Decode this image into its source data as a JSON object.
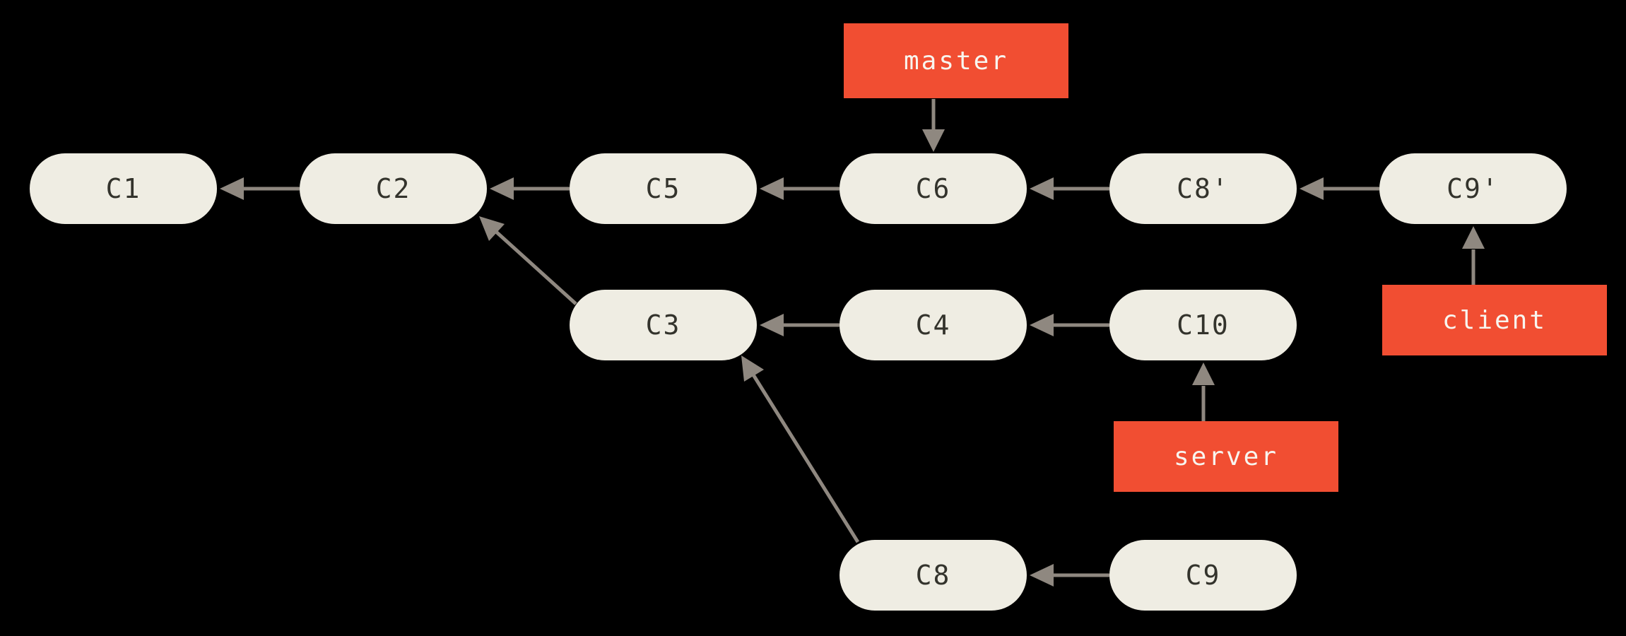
{
  "colors": {
    "background": "#000000",
    "node_fill": "#EFEDE3",
    "node_text": "#33332C",
    "branch_fill": "#F14E32",
    "branch_text": "#F8F5EF",
    "arrow": "#8F8880"
  },
  "nodes": {
    "c1": {
      "label": "C1"
    },
    "c2": {
      "label": "C2"
    },
    "c3": {
      "label": "C3"
    },
    "c4": {
      "label": "C4"
    },
    "c5": {
      "label": "C5"
    },
    "c6": {
      "label": "C6"
    },
    "c8": {
      "label": "C8"
    },
    "c9": {
      "label": "C9"
    },
    "c10": {
      "label": "C10"
    },
    "c8p": {
      "label": "C8'"
    },
    "c9p": {
      "label": "C9'"
    }
  },
  "branches": {
    "master": {
      "label": "master",
      "points_to": "C6"
    },
    "server": {
      "label": "server",
      "points_to": "C10"
    },
    "client": {
      "label": "client",
      "points_to": "C9'"
    }
  },
  "edges": [
    {
      "from": "C2",
      "to": "C1"
    },
    {
      "from": "C5",
      "to": "C2"
    },
    {
      "from": "C6",
      "to": "C5"
    },
    {
      "from": "C8'",
      "to": "C6"
    },
    {
      "from": "C9'",
      "to": "C8'"
    },
    {
      "from": "C3",
      "to": "C2"
    },
    {
      "from": "C4",
      "to": "C3"
    },
    {
      "from": "C10",
      "to": "C4"
    },
    {
      "from": "C8",
      "to": "C3"
    },
    {
      "from": "C9",
      "to": "C8"
    },
    {
      "from": "master",
      "to": "C6"
    },
    {
      "from": "server",
      "to": "C10"
    },
    {
      "from": "client",
      "to": "C9'"
    }
  ]
}
